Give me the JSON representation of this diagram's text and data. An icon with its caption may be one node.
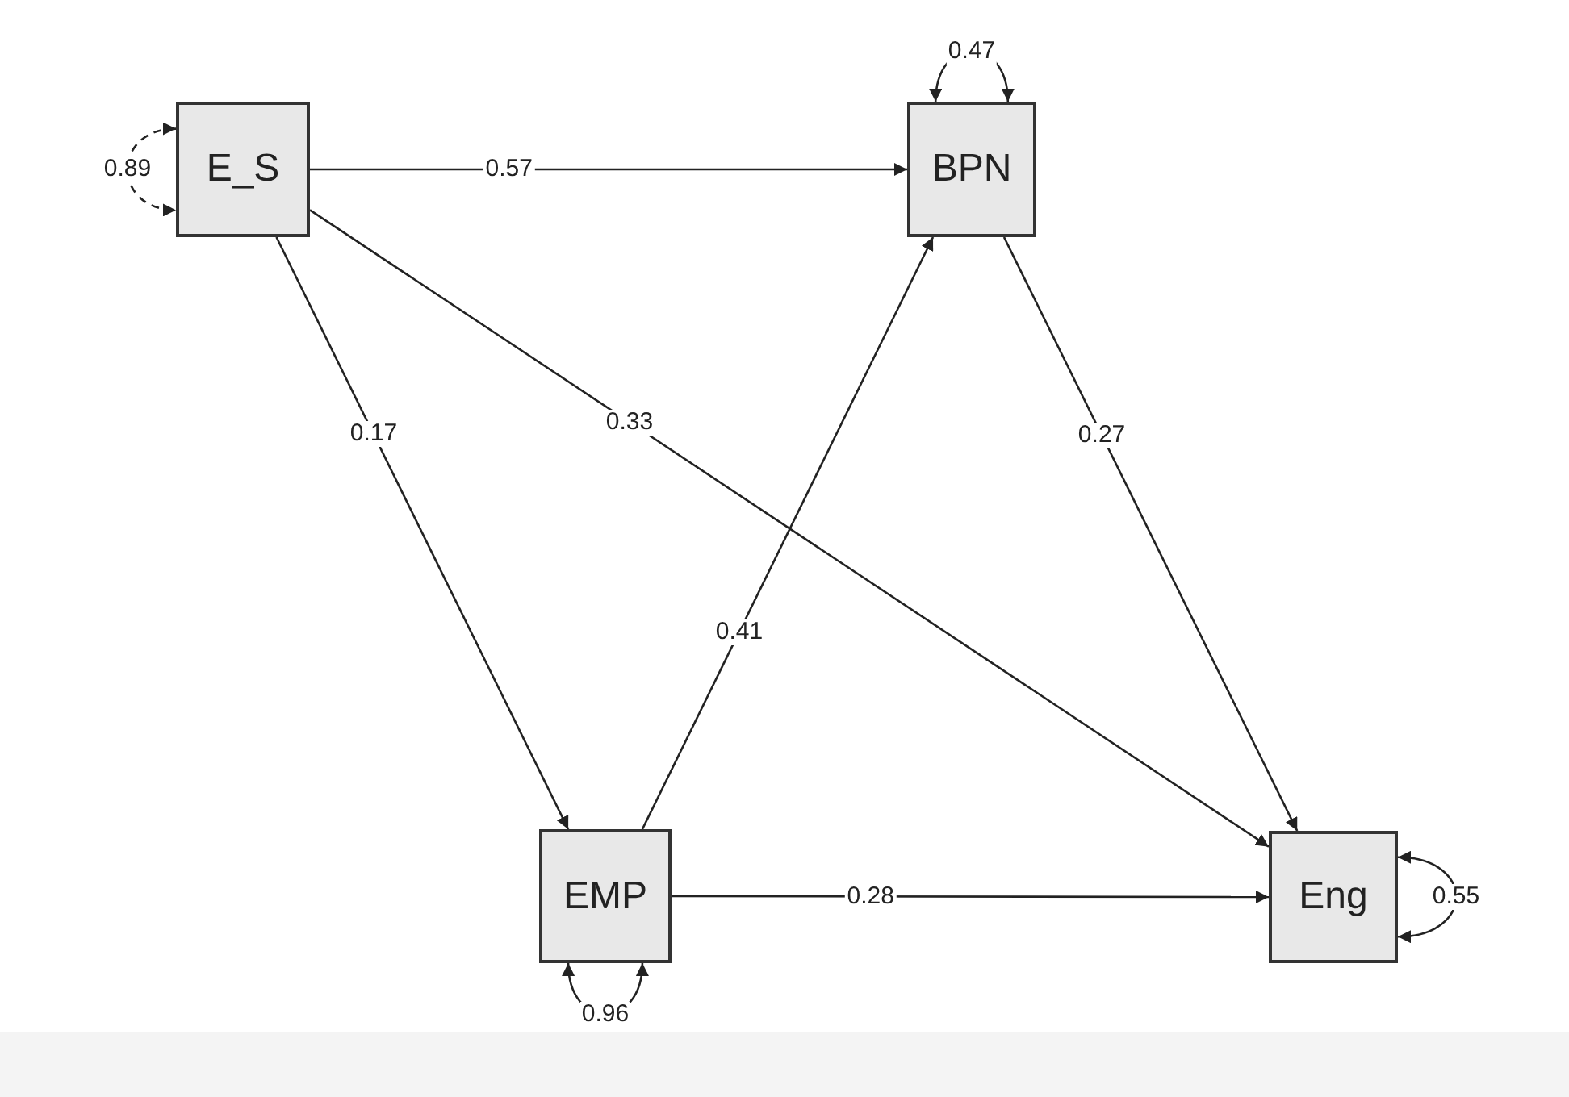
{
  "diagram": {
    "nodes": [
      {
        "text": [
          "E_S"
        ]
      },
      {
        "text": [
          "BPN"
        ]
      },
      {
        "text": [
          "EMP"
        ]
      },
      {
        "text": [
          "Eng"
        ]
      }
    ],
    "edges": [
      {
        "from": 0,
        "to": 1,
        "arrow": "to",
        "label": "0.57"
      },
      {
        "from": 0,
        "to": 2,
        "arrow": "to",
        "label": "0.17"
      },
      {
        "from": 0,
        "to": 3,
        "arrow": "to",
        "label": "0.33"
      },
      {
        "from": 2,
        "to": 1,
        "arrow": "to",
        "label": "0.41"
      },
      {
        "from": 1,
        "to": 3,
        "arrow": "to",
        "label": "0.27"
      },
      {
        "from": 2,
        "to": 3,
        "arrow": "to",
        "label": "0.28"
      },
      {
        "from": 0,
        "to": 0,
        "arrow": "both",
        "label": "0.89",
        "style": "dashed"
      },
      {
        "from": 1,
        "to": 1,
        "arrow": "both",
        "label": "0.47"
      },
      {
        "from": 2,
        "to": 2,
        "arrow": "both",
        "label": "0.96"
      },
      {
        "from": 3,
        "to": 3,
        "arrow": "both",
        "label": "0.55"
      }
    ]
  }
}
